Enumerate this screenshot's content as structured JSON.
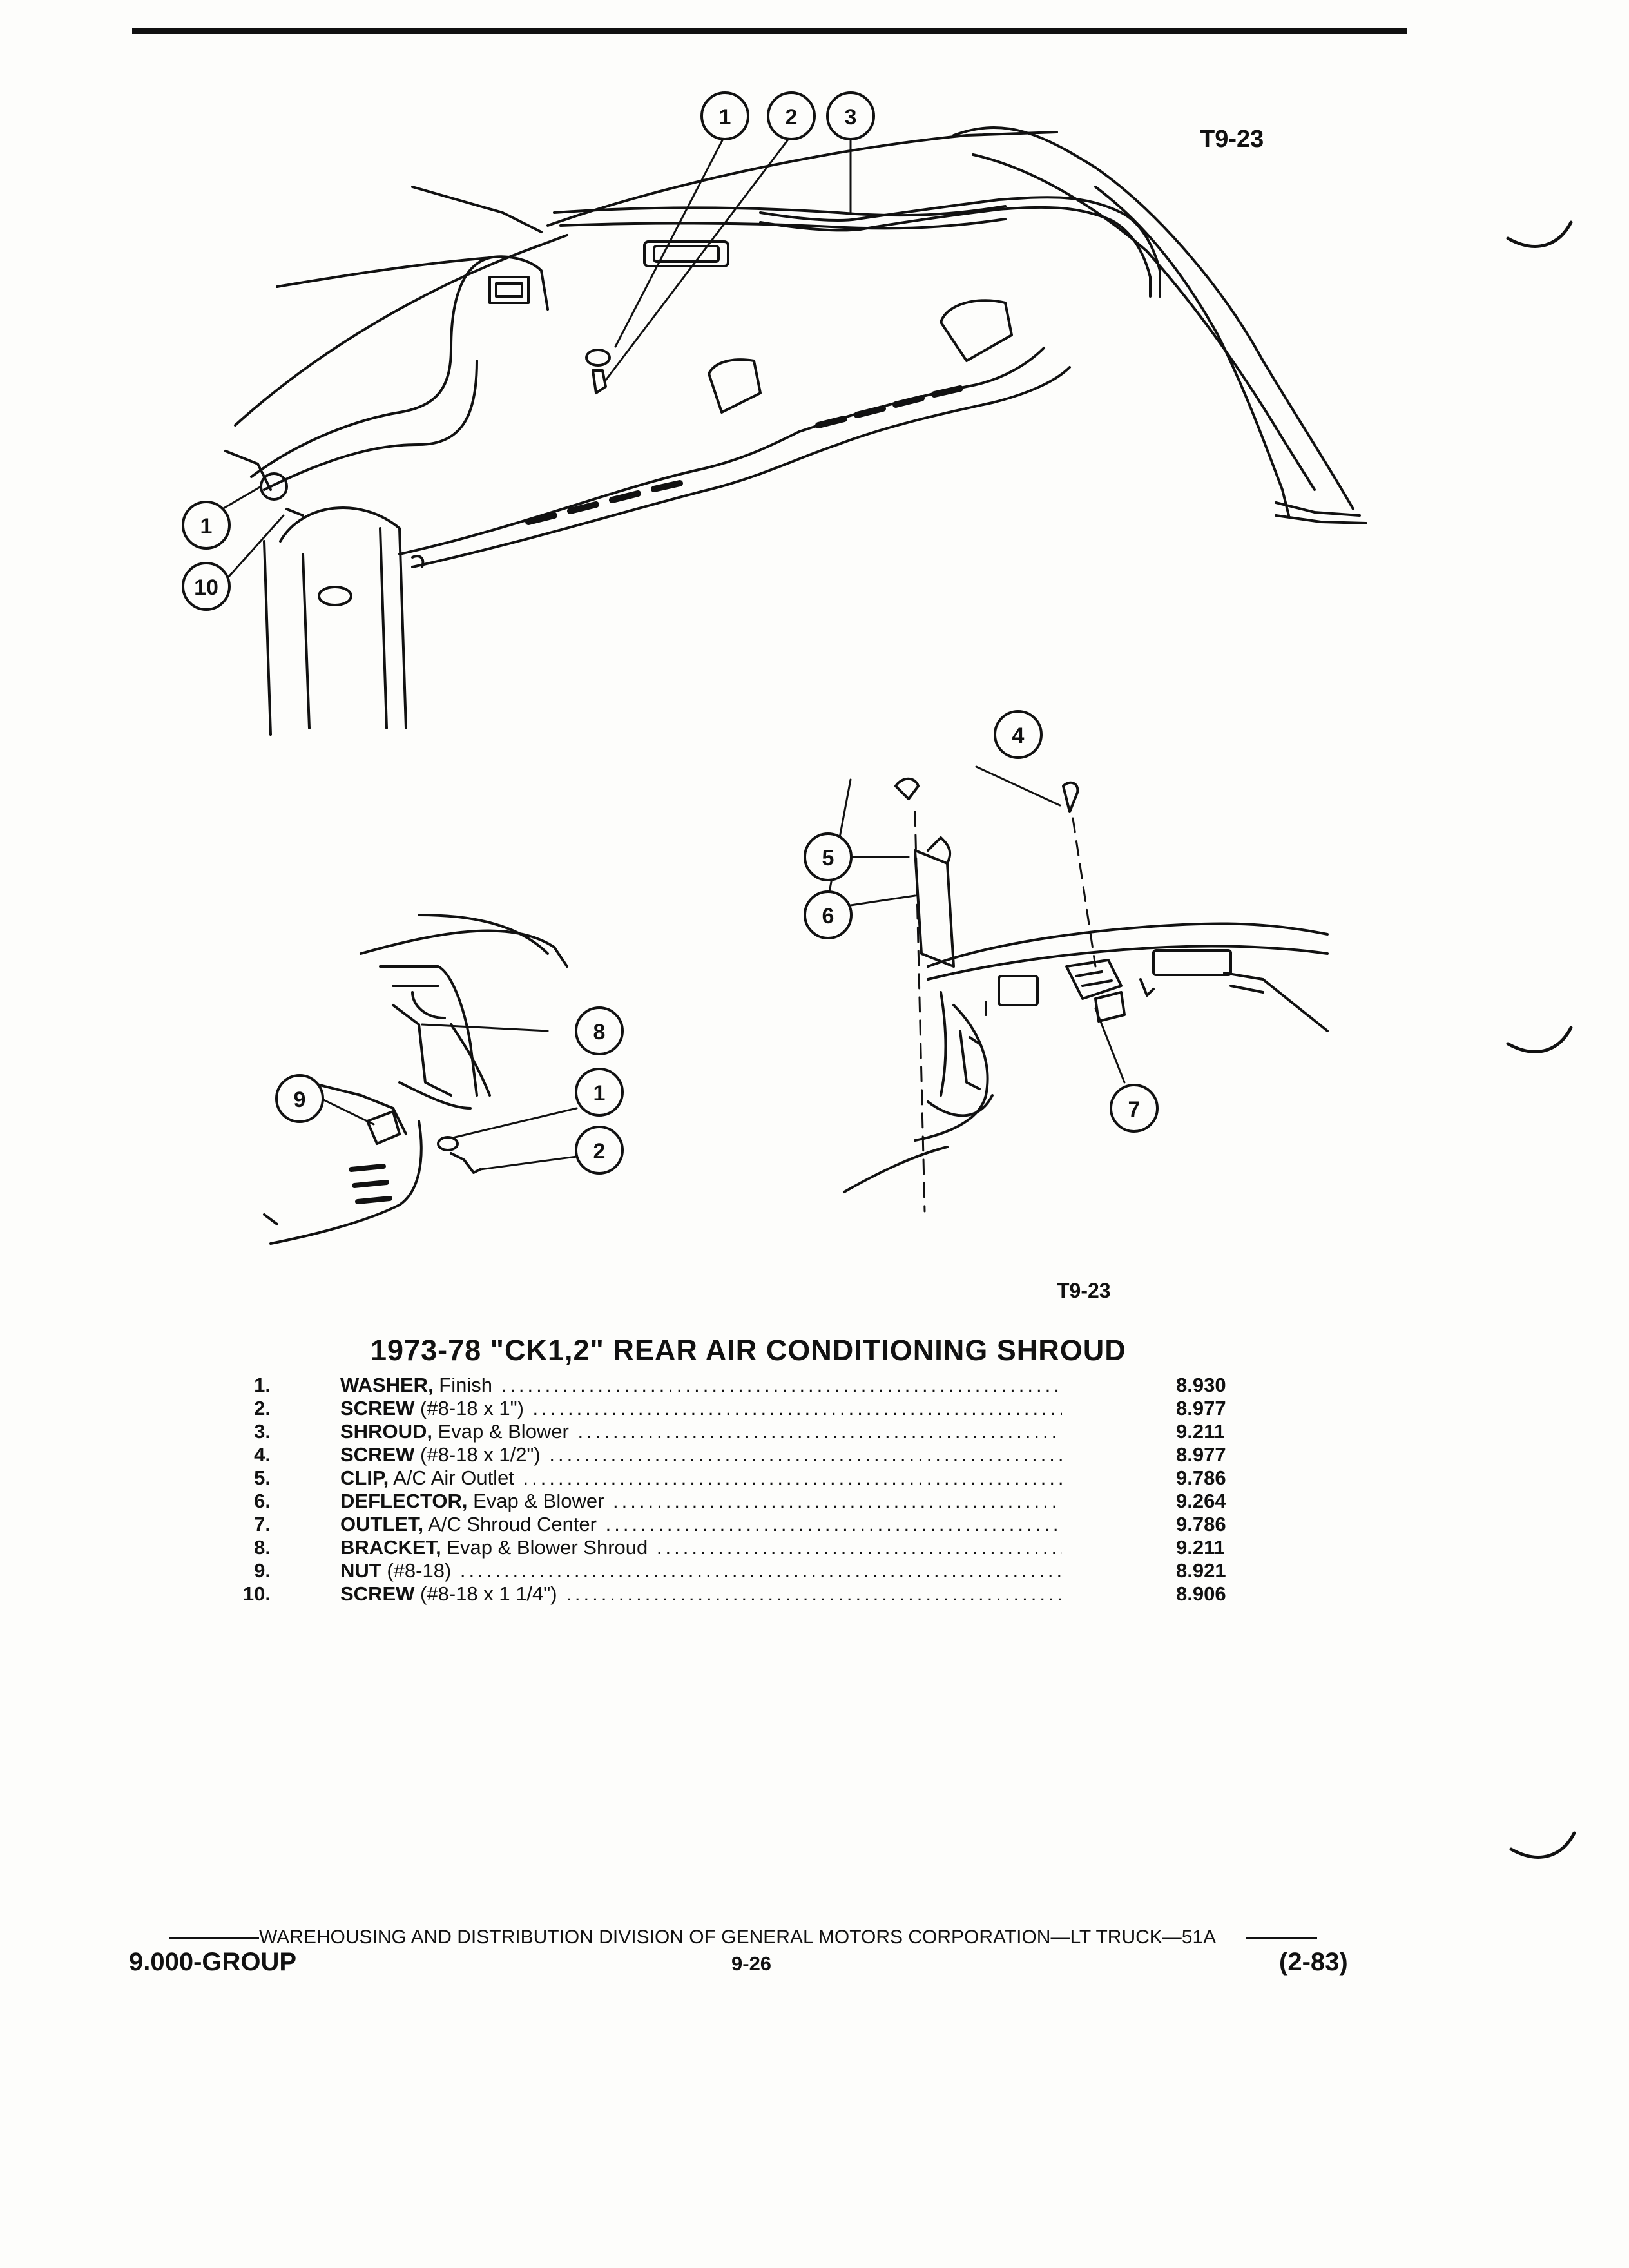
{
  "header": {
    "figure_code_top": "T9-23",
    "figure_code_bottom": "T9-23"
  },
  "callouts": {
    "c1": "1",
    "c2": "2",
    "c3": "3",
    "c4": "4",
    "c5": "5",
    "c6": "6",
    "c7": "7",
    "c8": "8",
    "c9": "9",
    "c10": "10"
  },
  "title": "1973-78 \"CK1,2\" REAR AIR CONDITIONING SHROUD",
  "parts": [
    {
      "num": "1.",
      "name": "WASHER,",
      "detail": " Finish",
      "code": "8.930"
    },
    {
      "num": "2.",
      "name": "SCREW",
      "detail": " (#8-18 x 1\")",
      "code": "8.977"
    },
    {
      "num": "3.",
      "name": "SHROUD,",
      "detail": " Evap & Blower",
      "code": "9.211"
    },
    {
      "num": "4.",
      "name": "SCREW",
      "detail": " (#8-18 x 1/2\")",
      "code": "8.977"
    },
    {
      "num": "5.",
      "name": "CLIP,",
      "detail": " A/C Air Outlet",
      "code": "9.786"
    },
    {
      "num": "6.",
      "name": "DEFLECTOR,",
      "detail": " Evap & Blower",
      "code": "9.264"
    },
    {
      "num": "7.",
      "name": "OUTLET,",
      "detail": " A/C Shroud Center",
      "code": "9.786"
    },
    {
      "num": "8.",
      "name": "BRACKET,",
      "detail": " Evap & Blower Shroud",
      "code": "9.211"
    },
    {
      "num": "9.",
      "name": "NUT",
      "detail": " (#8-18)",
      "code": "8.921"
    },
    {
      "num": "10.",
      "name": "SCREW",
      "detail": " (#8-18 x 1 1/4\")",
      "code": "8.906"
    }
  ],
  "footer": {
    "division": "WAREHOUSING AND DISTRIBUTION DIVISION OF GENERAL MOTORS CORPORATION—LT TRUCK—51A",
    "group": "9.000-GROUP",
    "page": "9-26",
    "date": "(2-83)"
  }
}
